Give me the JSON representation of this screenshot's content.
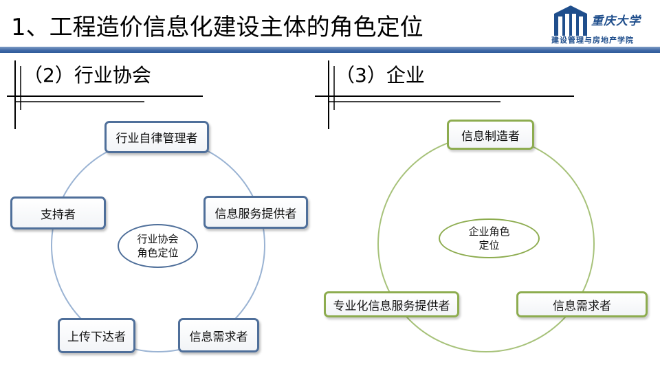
{
  "page": {
    "title": "1、工程造价信息化建设主体的角色定位"
  },
  "logo": {
    "school": "重庆大学",
    "college": "建设管理与房地产学院"
  },
  "association": {
    "heading": "（2）行业协会",
    "center_line1": "行业协会",
    "center_line2": "角色定位",
    "nodes": [
      "行业自律管理者",
      "信息服务提供者",
      "信息需求者",
      "上传下达者",
      "支持者"
    ]
  },
  "enterprise": {
    "heading": "（3）企业",
    "center_line1": "企业角色",
    "center_line2": "定位",
    "nodes": [
      "信息制造者",
      "信息需求者",
      "专业化信息服务提供者"
    ]
  },
  "colors": {
    "header_bar": "#3f68a6",
    "blue_border": "#4f6f9a",
    "blue_circle": "#9ab3d3",
    "green_border": "#8dac4f",
    "green_circle": "#a7c27a"
  }
}
